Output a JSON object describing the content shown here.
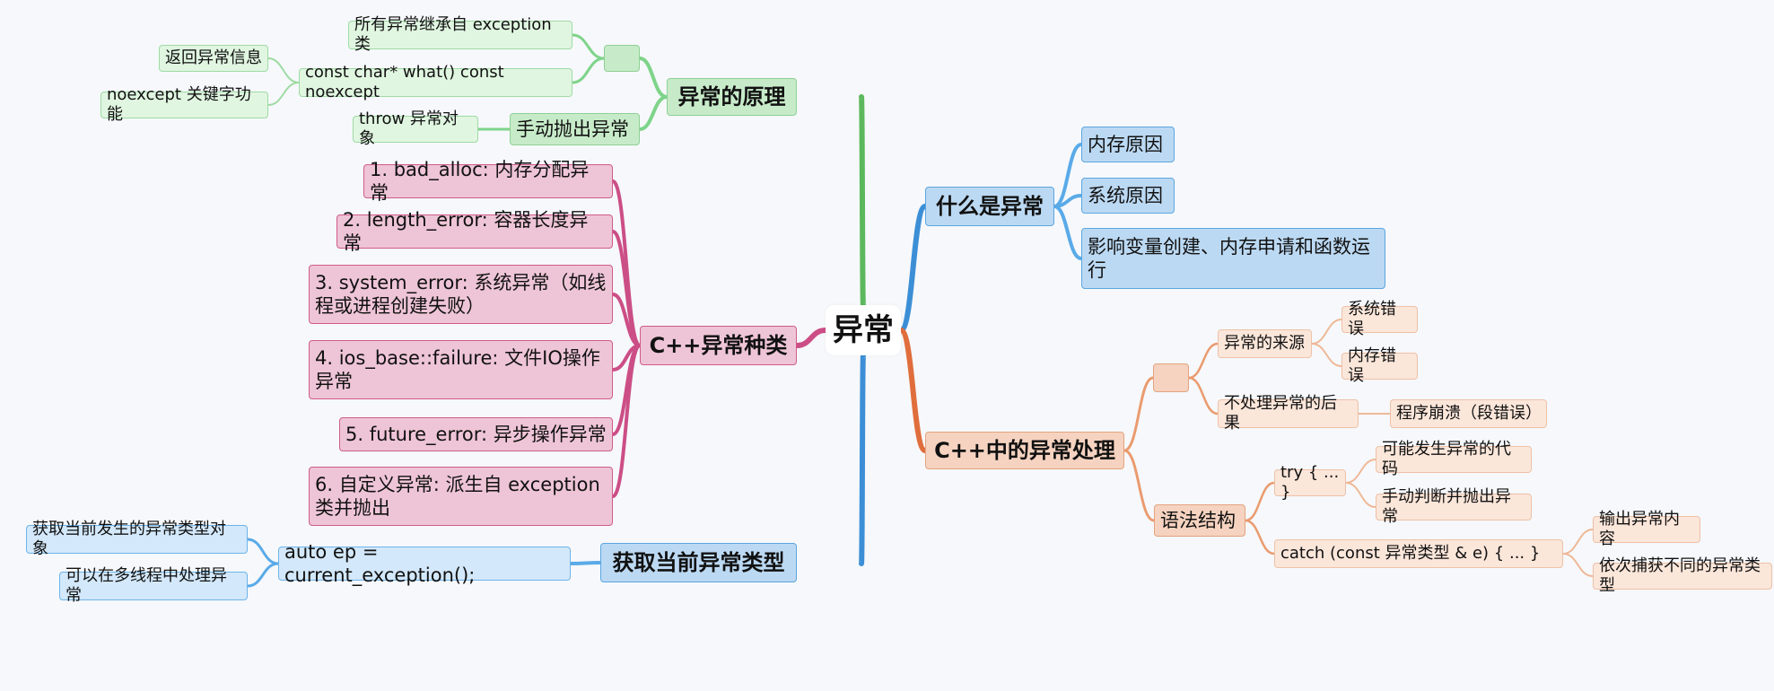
{
  "root": "异常",
  "what_is": {
    "title": "什么是异常",
    "items": [
      "内存原因",
      "系统原因",
      "影响变量创建、内存申请和函数运行"
    ]
  },
  "handling": {
    "title": "C++中的异常处理",
    "source_label": "异常的来源",
    "source_items": [
      "系统错误",
      "内存错误"
    ],
    "unhandled_label": "不处理异常的后果",
    "unhandled_result": "程序崩溃（段错误）",
    "syntax_label": "语法结构",
    "try_label": "try { ... }",
    "try_items": [
      "可能发生异常的代码",
      "手动判断并抛出异常"
    ],
    "catch_label": "catch (const 异常类型 & e) { ... }",
    "catch_items": [
      "输出异常内容",
      "依次捕获不同的异常类型"
    ]
  },
  "principle": {
    "title": "异常的原理",
    "inherit": "所有异常继承自 exception 类",
    "what_fn": "const char* what() const noexcept",
    "what_items": [
      "返回异常信息",
      "noexcept 关键字功能"
    ],
    "throw_label": "手动抛出异常",
    "throw_item": "throw 异常对象"
  },
  "kinds": {
    "title": "C++异常种类",
    "items": [
      "1. bad_alloc: 内存分配异常",
      "2. length_error: 容器长度异常",
      "3. system_error: 系统异常（如线程或进程创建失败）",
      "4. ios_base::failure: 文件IO操作异常",
      "5. future_error: 异步操作异常",
      "6. 自定义异常: 派生自 exception 类并抛出"
    ]
  },
  "current": {
    "title": "获取当前异常类型",
    "code": "auto ep = current_exception();",
    "items": [
      "获取当前发生的异常类型对象",
      "可以在多线程中处理异常"
    ]
  },
  "colors": {
    "green": "#5cb85c",
    "green_light": "#7ed48a",
    "pink": "#cc4e86",
    "blue": "#3c8fd6",
    "blue_light": "#5aaae8",
    "orange": "#e06e3c",
    "orange_light": "#ea9b6f"
  }
}
